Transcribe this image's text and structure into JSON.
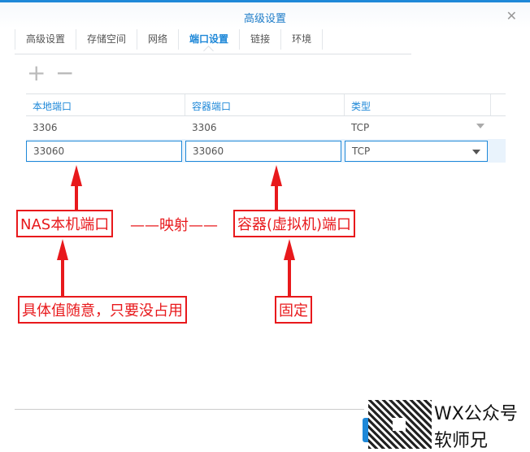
{
  "window": {
    "title": "高级设置",
    "close": "✕"
  },
  "tabs": [
    "高级设置",
    "存储空间",
    "网络",
    "端口设置",
    "链接",
    "环境"
  ],
  "toolbar": {
    "add": "+",
    "remove": "−"
  },
  "table": {
    "headers": [
      "本地端口",
      "容器端口",
      "类型"
    ],
    "rows": [
      {
        "local": "3306",
        "container": "3306",
        "type": "TCP"
      }
    ],
    "edit_row": {
      "local": "33060",
      "container": "33060",
      "type": "TCP"
    }
  },
  "annotations": {
    "nas_port": "NAS本机端口",
    "mapping": "——映射——",
    "container_port": "容器(虚拟机)端口",
    "any_value": "具体值随意，只要没占用",
    "fixed": "固定"
  },
  "watermark": {
    "line1": "WX公众号",
    "line2": "软师兄"
  }
}
